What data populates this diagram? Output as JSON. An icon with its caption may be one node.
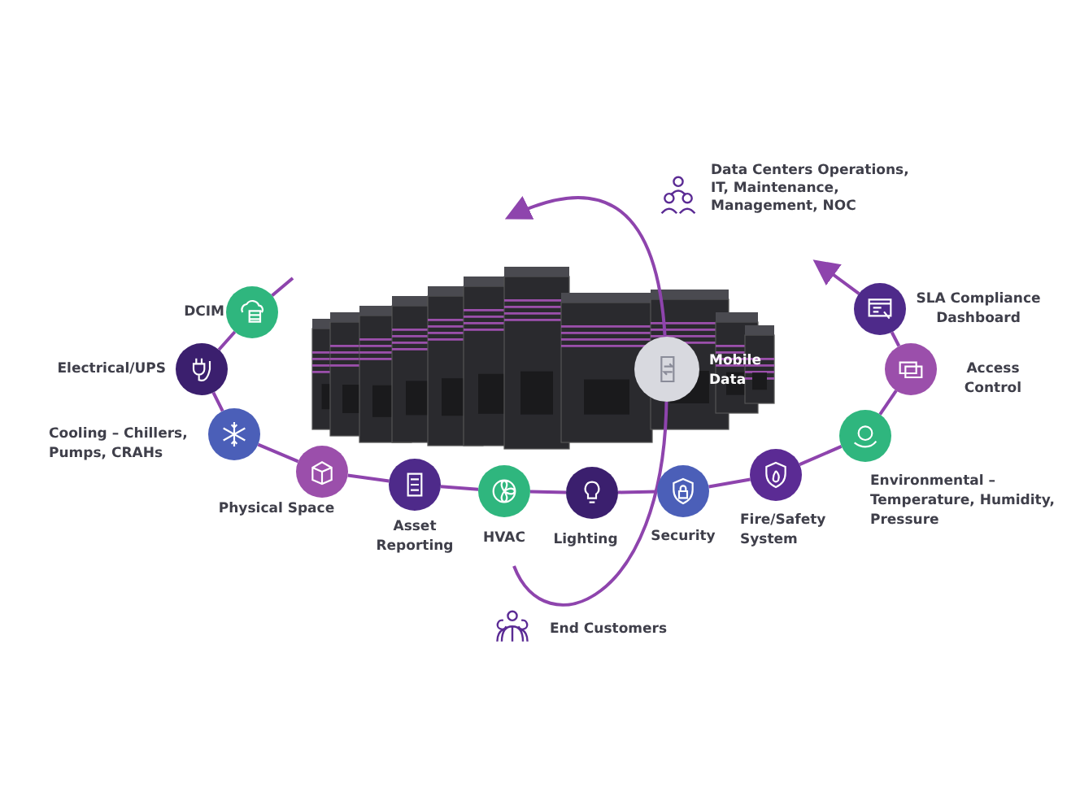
{
  "diagram": {
    "nodes": [
      {
        "text": [
          "Data Centers Operations, IT, Maintenance, Management, NOC"
        ]
      },
      {
        "text": [
          "DCIM"
        ]
      },
      {
        "text": [
          "Electrical/UPS"
        ]
      },
      {
        "text": [
          "Cooling – Chillers, Pumps, CRAHs"
        ]
      },
      {
        "text": [
          "Physical Space"
        ]
      },
      {
        "text": [
          "Asset Reporting"
        ]
      },
      {
        "text": [
          "HVAC"
        ]
      },
      {
        "text": [
          "Lighting"
        ]
      },
      {
        "text": [
          "Security"
        ]
      },
      {
        "text": [
          "Fire/Safety System"
        ]
      },
      {
        "text": [
          "Environmental – Temperature, Humidity, Pressure"
        ]
      },
      {
        "text": [
          "Access Control"
        ]
      },
      {
        "text": [
          "SLA Compliance Dashboard"
        ]
      },
      {
        "text": [
          "Mobile Data"
        ]
      },
      {
        "text": [
          "End Customers"
        ]
      }
    ],
    "edges": [
      {
        "from": null,
        "to": 1,
        "arrow": "none"
      },
      {
        "from": 1,
        "to": 2,
        "arrow": "none"
      },
      {
        "from": 2,
        "to": 3,
        "arrow": "none"
      },
      {
        "from": 3,
        "to": 4,
        "arrow": "none"
      },
      {
        "from": 4,
        "to": 5,
        "arrow": "none"
      },
      {
        "from": 5,
        "to": 6,
        "arrow": "none"
      },
      {
        "from": 6,
        "to": 7,
        "arrow": "none"
      },
      {
        "from": 7,
        "to": 8,
        "arrow": "none"
      },
      {
        "from": 8,
        "to": 9,
        "arrow": "none"
      },
      {
        "from": 9,
        "to": 10,
        "arrow": "none"
      },
      {
        "from": 10,
        "to": 11,
        "arrow": "none"
      },
      {
        "from": 11,
        "to": 12,
        "arrow": "none"
      },
      {
        "from": 12,
        "to": null,
        "arrow": "to"
      },
      {
        "from": null,
        "to": 13,
        "arrow": "none"
      },
      {
        "from": 13,
        "to": null,
        "arrow": "to"
      }
    ]
  }
}
